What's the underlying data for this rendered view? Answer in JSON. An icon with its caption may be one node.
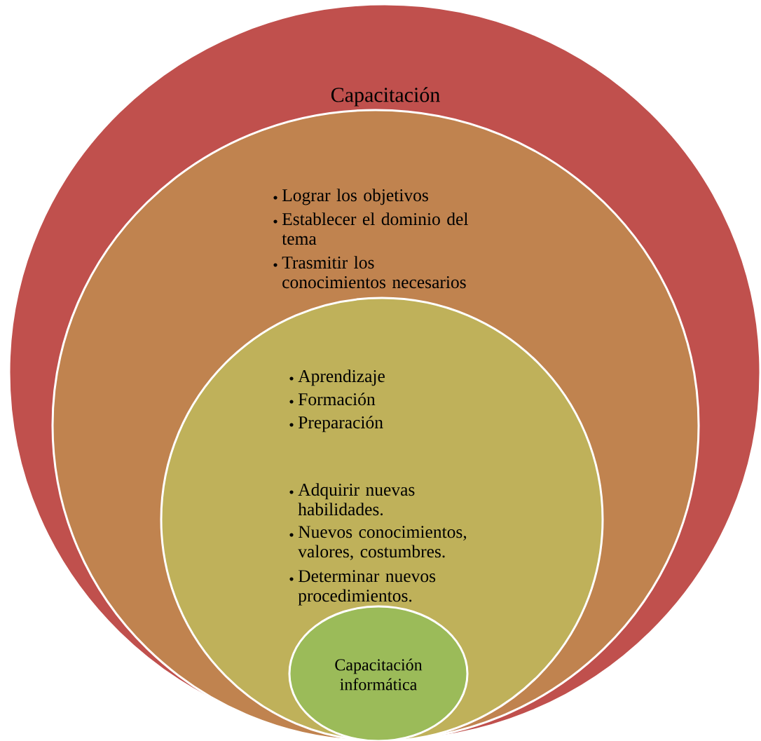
{
  "diagram": {
    "nodes": [
      {
        "text": [
          "Capacitación"
        ]
      },
      {
        "text": [
          "Lograr los objetivos",
          "Establecer el dominio del tema",
          "Trasmitir los conocimientos necesarios"
        ],
        "in": 0
      },
      {
        "text": [
          "Aprendizaje",
          "Formación",
          "Preparación",
          "Adquirir nuevas habilidades.",
          "Nuevos conocimientos, valores, costumbres.",
          "Determinar nuevos procedimientos."
        ],
        "in": 1
      },
      {
        "text": [
          "Capacitación informática"
        ],
        "in": 2
      }
    ]
  }
}
